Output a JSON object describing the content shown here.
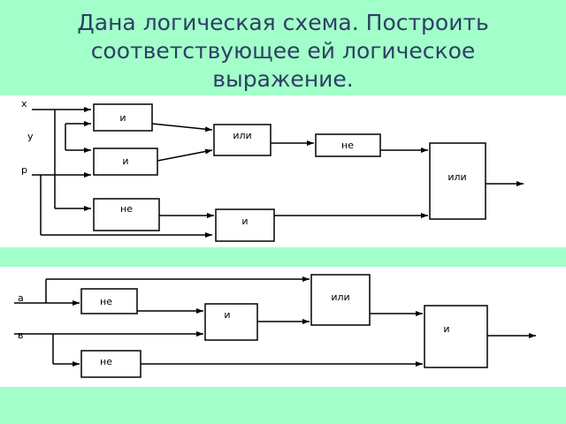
{
  "title": {
    "line1": "Дана логическая схема. Построить",
    "line2": "соответствующее ей логическое",
    "line3": "выражение."
  },
  "diagram1": {
    "inputs": [
      "x",
      "y",
      "p"
    ],
    "gates": {
      "and1": "и",
      "and2": "и",
      "or1": "или",
      "not1": "не",
      "not2": "не",
      "and3": "и",
      "or_final": "или"
    }
  },
  "diagram2": {
    "inputs": [
      "a",
      "в"
    ],
    "gates": {
      "not1": "не",
      "and1": "и",
      "or1": "или",
      "not2": "не",
      "and_final": "и"
    }
  }
}
